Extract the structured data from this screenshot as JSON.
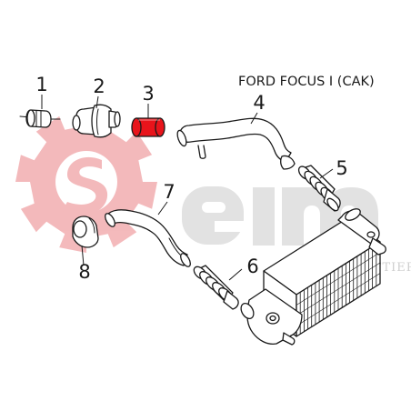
{
  "diagram": {
    "title": "FORD FOCUS I (CAK)",
    "watermark": {
      "brand": "seim",
      "tagline": "GROUPE POTTIER",
      "gear_color": "#f3b6b8",
      "letter_color": "#e2e2e2",
      "tagline_color": "#cfcfcf"
    },
    "highlight_color": "#e8141b",
    "line_color": "#1a1a1a",
    "labels": [
      {
        "id": "1",
        "text": "1"
      },
      {
        "id": "2",
        "text": "2"
      },
      {
        "id": "3",
        "text": "3",
        "highlighted": true
      },
      {
        "id": "4",
        "text": "4"
      },
      {
        "id": "5",
        "text": "5"
      },
      {
        "id": "6",
        "text": "6"
      },
      {
        "id": "7",
        "text": "7"
      },
      {
        "id": "8",
        "text": "8"
      }
    ]
  }
}
